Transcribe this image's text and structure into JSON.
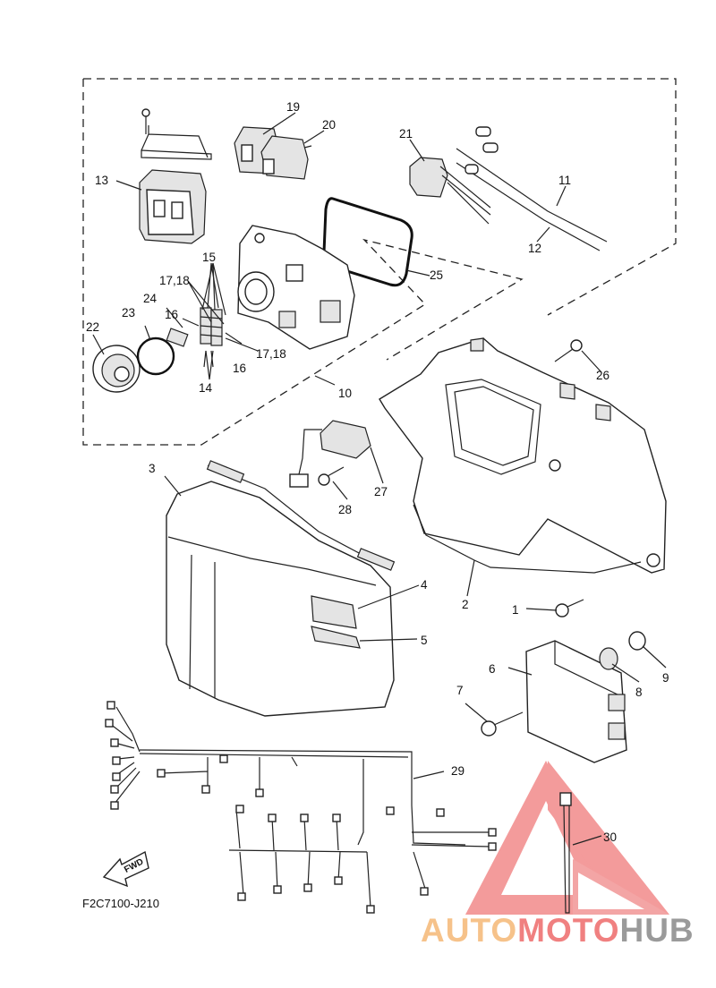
{
  "diagram": {
    "drawing_code": "F2C7100-J210",
    "fwd_label": "FWD",
    "callouts": {
      "c1": "1",
      "c2": "2",
      "c3": "3",
      "c4": "4",
      "c5": "5",
      "c6": "6",
      "c7": "7",
      "c8": "8",
      "c9": "9",
      "c10": "10",
      "c11": "11",
      "c12": "12",
      "c13": "13",
      "c14": "14",
      "c15": "15",
      "c16a": "16",
      "c16b": "16",
      "c1718a": "17,18",
      "c1718b": "17,18",
      "c19": "19",
      "c20": "20",
      "c21": "21",
      "c22": "22",
      "c23": "23",
      "c24": "24",
      "c25": "25",
      "c26": "26",
      "c27": "27",
      "c28": "28",
      "c29": "29",
      "c30": "30"
    }
  },
  "watermark": {
    "auto": "AUTO",
    "moto": "MOTO",
    "hub": "HUB",
    "colors": {
      "auto": "#f6c28a",
      "moto": "#f08080",
      "hub": "#9a9a9a",
      "triangle": "#f07a7a"
    }
  }
}
